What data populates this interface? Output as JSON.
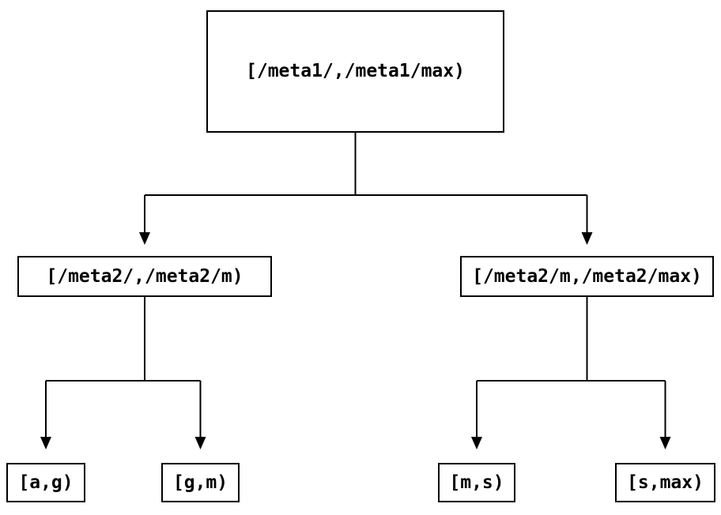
{
  "diagram": {
    "type": "tree",
    "colors": {
      "background": "#ffffff",
      "line": "#000000",
      "text": "#000000"
    },
    "nodes": {
      "root": {
        "label": "[/meta1/,/meta1/max)"
      },
      "meta2_low": {
        "label": "[/meta2/,/meta2/m)"
      },
      "meta2_high": {
        "label": "[/meta2/m,/meta2/max)"
      },
      "leaf_a_g": {
        "label": "[a,g)"
      },
      "leaf_g_m": {
        "label": "[g,m)"
      },
      "leaf_m_s": {
        "label": "[m,s)"
      },
      "leaf_s_max": {
        "label": "[s,max)"
      }
    },
    "edges": [
      {
        "from": "root",
        "to": [
          "meta2_low",
          "meta2_high"
        ]
      },
      {
        "from": "meta2_low",
        "to": [
          "leaf_a_g",
          "leaf_g_m"
        ]
      },
      {
        "from": "meta2_high",
        "to": [
          "leaf_m_s",
          "leaf_s_max"
        ]
      }
    ]
  }
}
